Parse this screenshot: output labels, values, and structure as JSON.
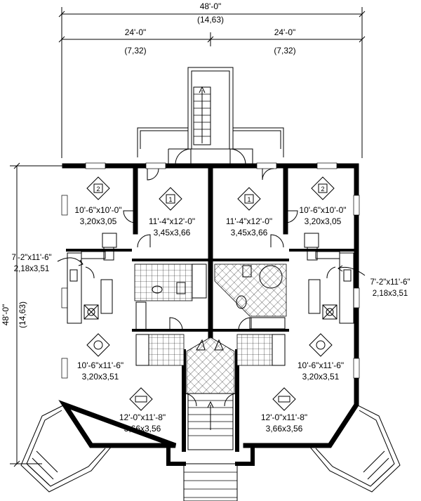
{
  "dimensions": {
    "overall_width_imperial": "48'-0\"",
    "overall_width_metric": "(14,63)",
    "half_left_imperial": "24'-0\"",
    "half_left_metric": "(7,32)",
    "half_right_imperial": "24'-0\"",
    "half_right_metric": "(7,32)",
    "overall_depth_imperial": "48'-0\"",
    "overall_depth_metric": "(14,63)"
  },
  "rooms": {
    "bedroom2_left": {
      "size_imperial": "10'-6\"x10'-0\"",
      "size_metric": "3,20x3,05",
      "icon_label": "2"
    },
    "bedroom1_left": {
      "size_imperial": "11'-4\"x12'-0\"",
      "size_metric": "3,45x3,66",
      "icon_label": "1"
    },
    "bedroom1_right": {
      "size_imperial": "11'-4\"x12'-0\"",
      "size_metric": "3,45x3,66",
      "icon_label": "1"
    },
    "bedroom2_right": {
      "size_imperial": "10'-6\"x10'-0\"",
      "size_metric": "3,20x3,05",
      "icon_label": "2"
    },
    "kitchen_left": {
      "size_imperial": "7'-2\"x11'-6\"",
      "size_metric": "2,18x3,51"
    },
    "kitchen_right": {
      "size_imperial": "7'-2\"x11'-6\"",
      "size_metric": "2,18x3,51"
    },
    "dining_left": {
      "size_imperial": "10'-6\"x11'-6\"",
      "size_metric": "3,20x3,51"
    },
    "dining_right": {
      "size_imperial": "10'-6\"x11'-6\"",
      "size_metric": "3,20x3,51"
    },
    "living_left": {
      "size_imperial": "12'-0\"x11'-8\"",
      "size_metric": "3,66x3,56"
    },
    "living_right": {
      "size_imperial": "12'-0\"x11'-8\"",
      "size_metric": "3,66x3,56"
    }
  }
}
